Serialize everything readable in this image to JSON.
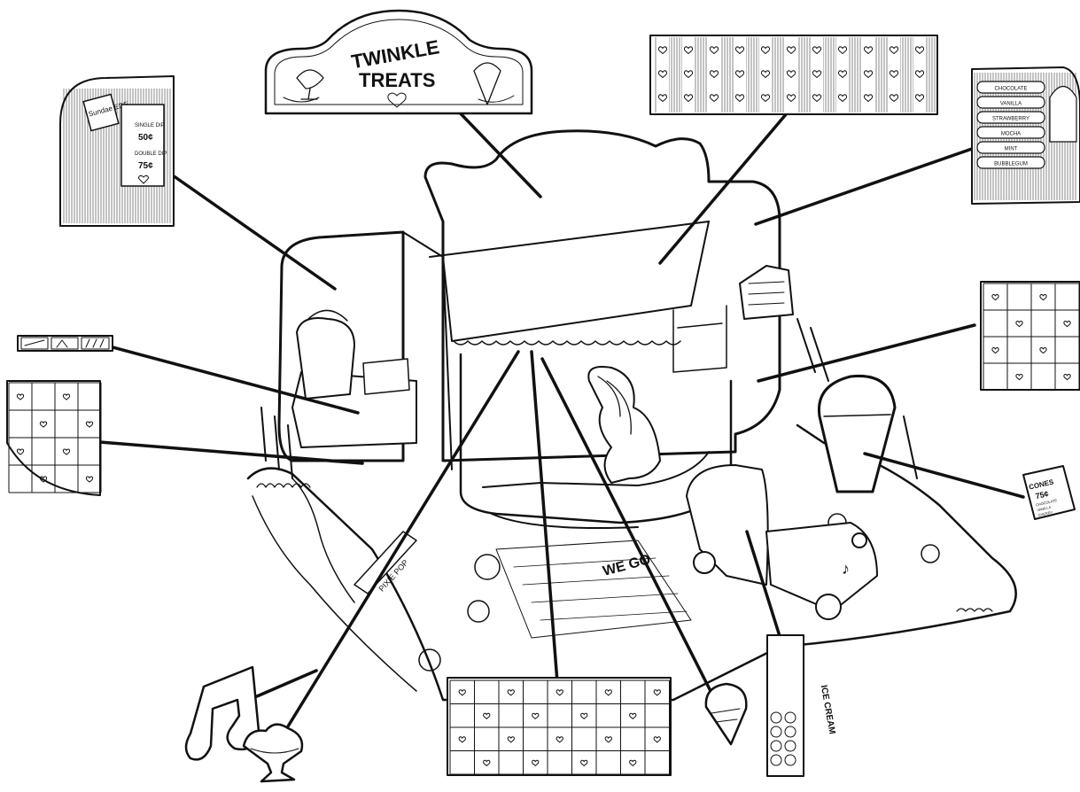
{
  "sign": {
    "line1": "TWINKLE",
    "line2": "TREATS"
  },
  "price_board": {
    "header": "Sundae EDE",
    "single_dip": "SINGLE DIP",
    "single_price": "50¢",
    "double_dip": "DOUBLE DIP",
    "double_price": "75¢"
  },
  "flavor_board": {
    "flavors": [
      "CHOCOLATE",
      "VANILLA",
      "STRAWBERRY",
      "MOCHA",
      "MINT",
      "BUBBLEGUM"
    ]
  },
  "cone_tag": {
    "line1": "CONES",
    "line2": "75¢",
    "line3": "CHOCOLATE",
    "line4": "VANILLA",
    "line5": "CHERRY"
  },
  "rug_text": {
    "we_go": "WE GO"
  },
  "post_sign": "PIXIE POP",
  "ice_cream_banner": "ICE CREAM"
}
